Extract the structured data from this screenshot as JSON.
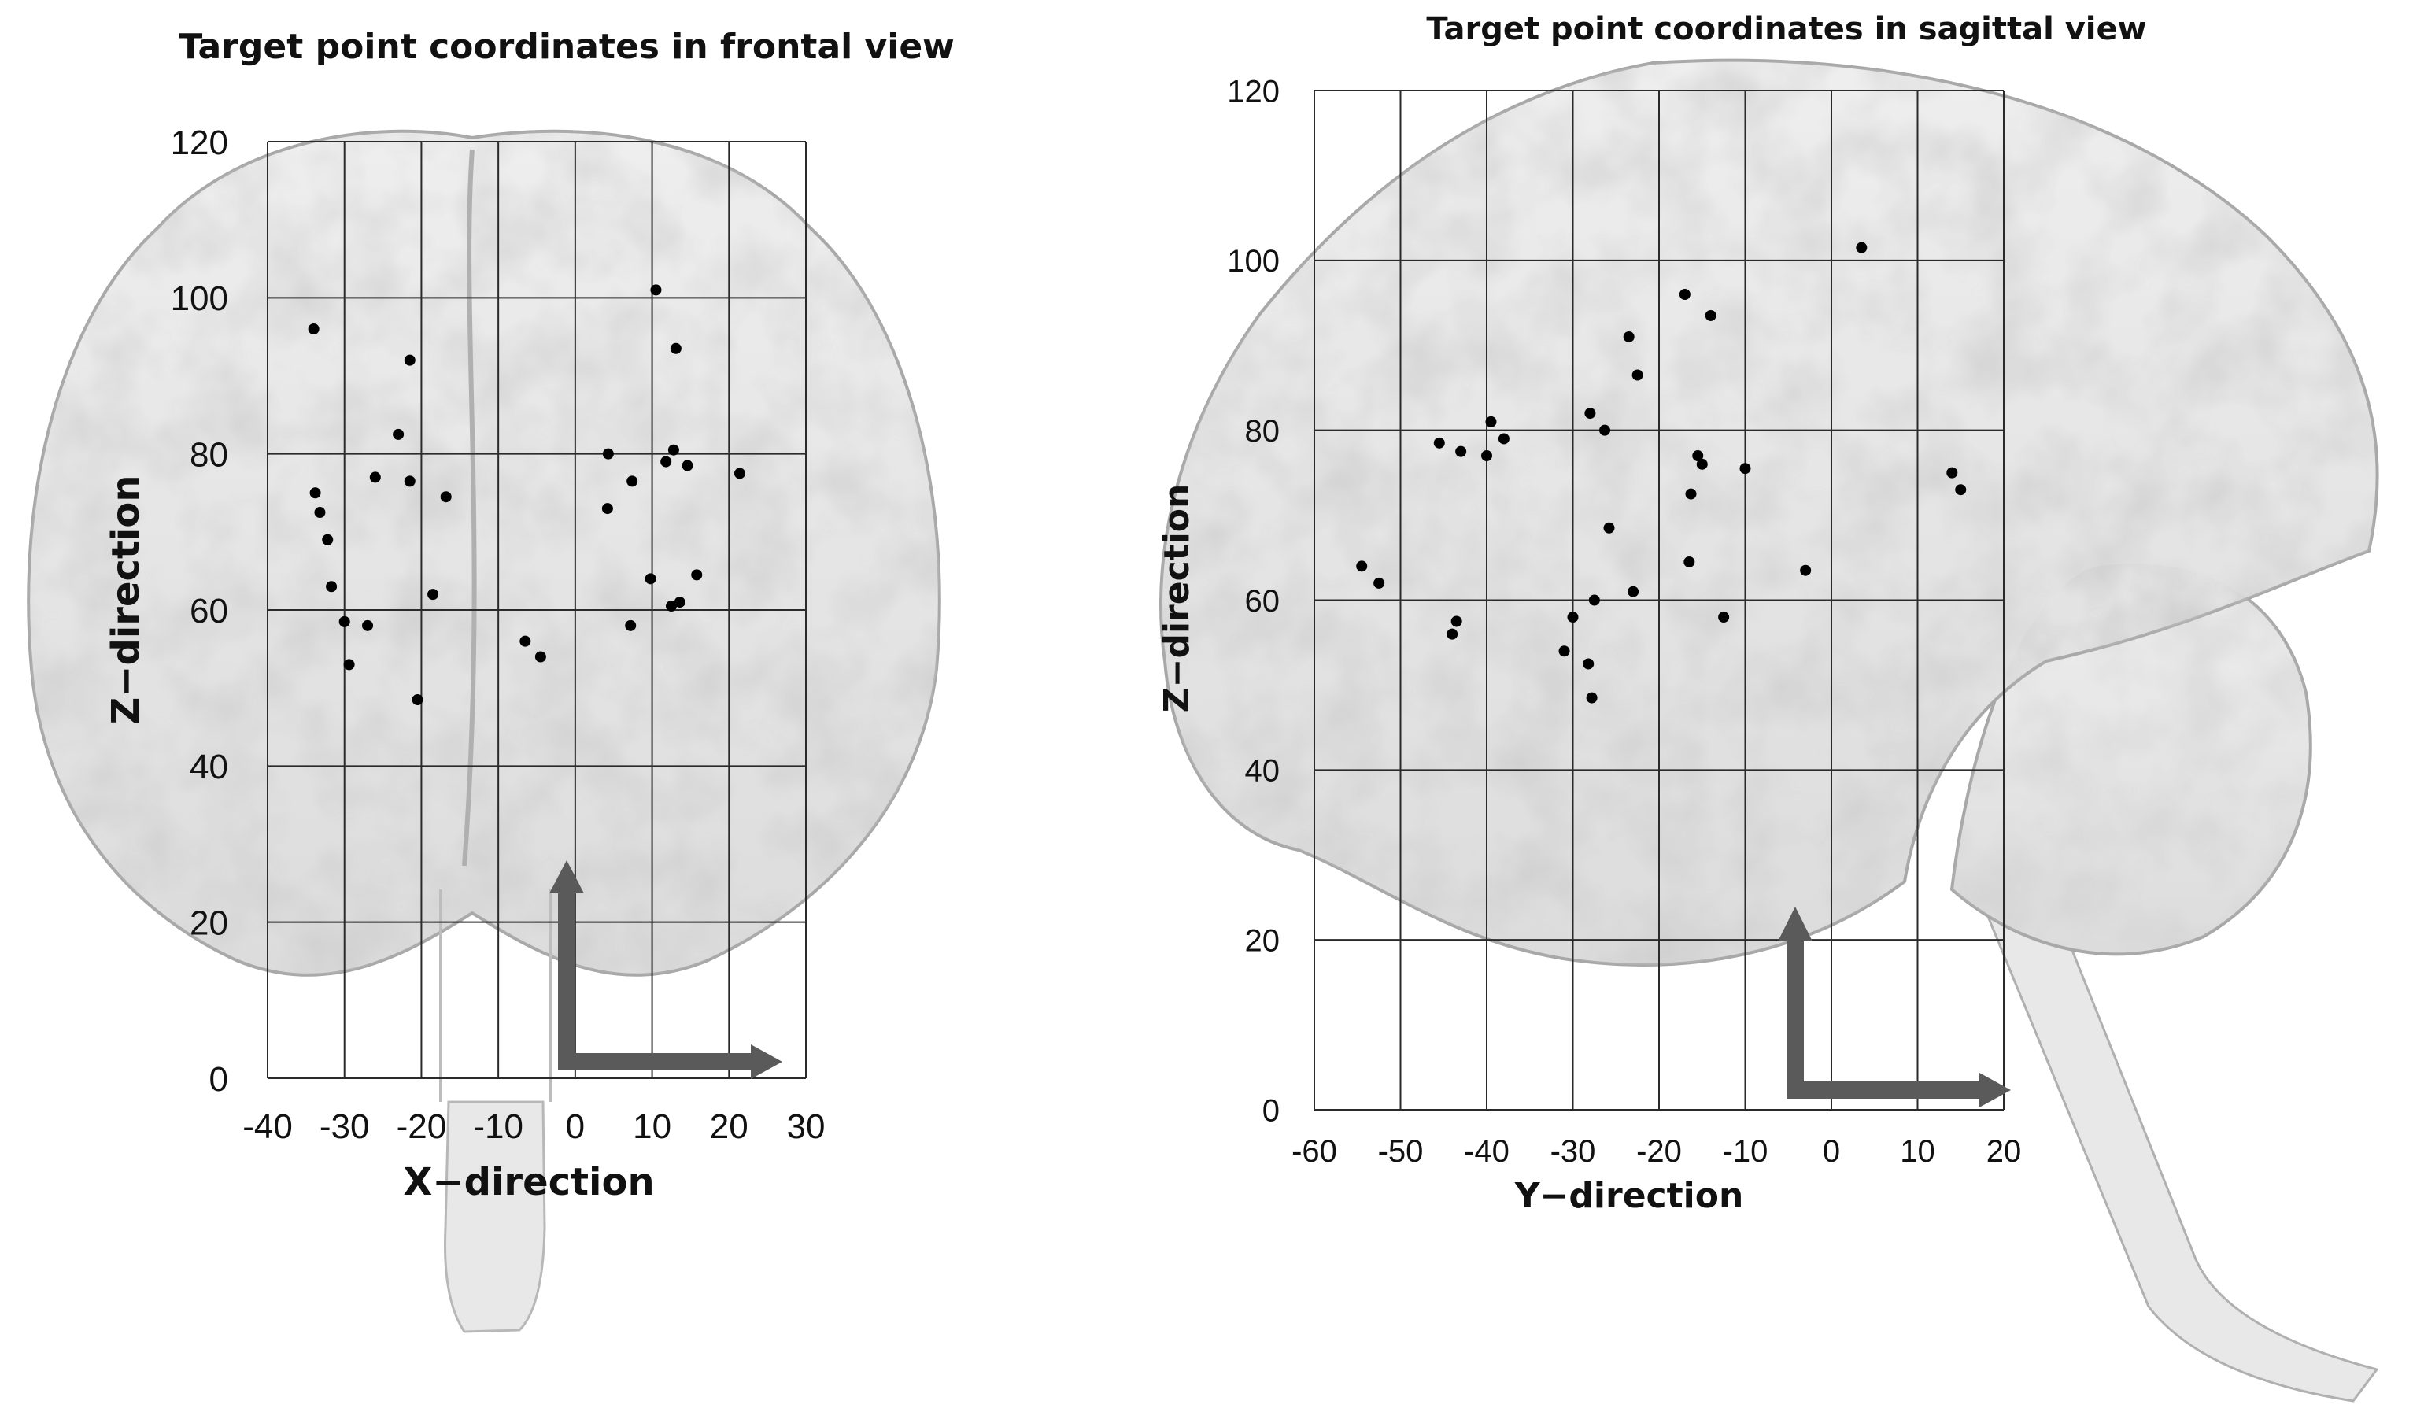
{
  "chart_data": [
    {
      "type": "scatter",
      "title": "Target point coordinates in frontal view",
      "xlabel": "X−direction",
      "ylabel": "Z−direction",
      "xlim": [
        -40,
        30
      ],
      "ylim": [
        0,
        120
      ],
      "xticks": [
        "-40",
        "-30",
        "-20",
        "-10",
        "0",
        "10",
        "20",
        "30"
      ],
      "yticks": [
        "0",
        "20",
        "40",
        "60",
        "80",
        "100",
        "120"
      ],
      "grid": true,
      "background": "brain-frontal",
      "x": [
        -34,
        -33.8,
        -33.2,
        -32.2,
        -31.7,
        -30,
        -29.4,
        -27,
        -26,
        -23,
        -21.5,
        -21.5,
        -20.5,
        -18.5,
        -16.8,
        -6.5,
        -4.5,
        4.2,
        4.3,
        7.2,
        7.4,
        9.8,
        10.5,
        11.8,
        12.5,
        12.8,
        13.1,
        13.6,
        14.6,
        15.8,
        21.4
      ],
      "y": [
        96,
        75,
        72.5,
        69,
        63,
        58.5,
        53,
        58,
        77,
        82.5,
        92,
        76.5,
        48.5,
        62,
        74.5,
        56,
        54,
        73,
        80,
        58,
        76.5,
        64,
        101,
        79,
        60.5,
        80.5,
        93.5,
        61,
        78.5,
        64.5,
        77.5
      ]
    },
    {
      "type": "scatter",
      "title": "Target point coordinates in sagittal view",
      "xlabel": "Y−direction",
      "ylabel": "Z−direction",
      "xlim": [
        -60,
        20
      ],
      "ylim": [
        0,
        120
      ],
      "xticks": [
        "-60",
        "-50",
        "-40",
        "-30",
        "-20",
        "-10",
        "0",
        "10",
        "20"
      ],
      "yticks": [
        "0",
        "20",
        "40",
        "60",
        "80",
        "100",
        "120"
      ],
      "grid": true,
      "background": "brain-sagittal",
      "x": [
        -54.5,
        -52.5,
        -45.5,
        -44,
        -43.5,
        -43,
        -40,
        -39.5,
        -38,
        -31,
        -30,
        -28.2,
        -28,
        -27.8,
        -27.5,
        -26.3,
        -25.8,
        -23.5,
        -23,
        -22.5,
        -17,
        -16.5,
        -16.3,
        -15.5,
        -15,
        -14,
        -12.5,
        -10,
        -3,
        3.5,
        14,
        15
      ],
      "y": [
        64,
        62,
        78.5,
        56,
        57.5,
        77.5,
        77,
        81,
        79,
        54,
        58,
        52.5,
        82,
        48.5,
        60,
        80,
        68.5,
        91,
        61,
        86.5,
        96,
        64.5,
        72.5,
        77,
        76,
        93.5,
        58,
        75.5,
        63.5,
        101.5,
        75,
        73
      ]
    }
  ]
}
